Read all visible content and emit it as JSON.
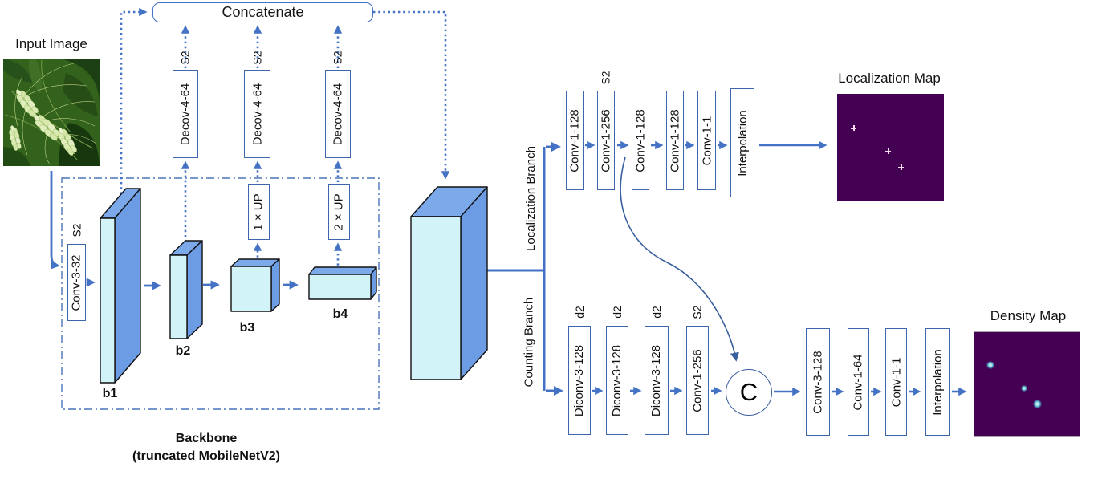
{
  "title_labels": {
    "input_image": "Input Image",
    "localization_map": "Localization Map",
    "density_map": "Density Map",
    "backbone_line1": "Backbone",
    "backbone_line2": "(truncated MobileNetV2)"
  },
  "concatenate": {
    "label": "Concatenate"
  },
  "decov": {
    "boxes": [
      {
        "label": "Decov-4-64",
        "tag": "S2"
      },
      {
        "label": "Decov-4-64",
        "tag": "S2"
      },
      {
        "label": "Decov-4-64",
        "tag": "S2"
      }
    ]
  },
  "backbone": {
    "conv": {
      "label": "Conv-3-32",
      "tag": "S2"
    },
    "up1": {
      "label": "1 × UP"
    },
    "up2": {
      "label": "2 × UP"
    },
    "blocks": [
      {
        "label": "b1"
      },
      {
        "label": "b2"
      },
      {
        "label": "b3"
      },
      {
        "label": "b4"
      }
    ]
  },
  "localization": {
    "branch_label": "Localization Branch",
    "boxes": [
      {
        "label": "Conv-1-128"
      },
      {
        "label": "Conv-1-256",
        "tag": "S2"
      },
      {
        "label": "Conv-1-128"
      },
      {
        "label": "Conv-1-128"
      },
      {
        "label": "Conv-1-1"
      },
      {
        "label": "Interpolation"
      }
    ]
  },
  "counting": {
    "branch_label": "Counting Branch",
    "pre_boxes": [
      {
        "label": "Diconv-3-128",
        "tag": "d2"
      },
      {
        "label": "Diconv-3-128",
        "tag": "d2"
      },
      {
        "label": "Diconv-3-128",
        "tag": "d2"
      },
      {
        "label": "Conv-1-256",
        "tag": "S2"
      }
    ],
    "concat_node": "C",
    "post_boxes": [
      {
        "label": "Conv-3-128"
      },
      {
        "label": "Conv-1-64"
      },
      {
        "label": "Conv-1-1"
      },
      {
        "label": "Interpolation"
      }
    ]
  },
  "colors": {
    "arrow_blue": "#4472C4",
    "thin_blue": "#3A5F9E",
    "block_front": "#D2F4F8",
    "block_top": "#7CA9EA",
    "block_side": "#6C9CE4",
    "map_background": "#440154",
    "localization_dot": "#F6DCEE",
    "density_dot": "#54B8D4"
  }
}
